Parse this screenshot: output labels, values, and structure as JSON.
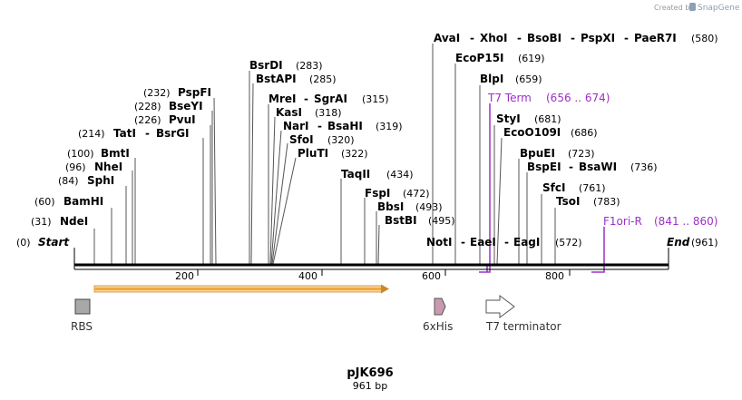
{
  "header": {
    "created_by": "Created by",
    "brand": "SnapGene"
  },
  "map": {
    "start_label": "Start",
    "start_pos": "(0)",
    "end_label": "End",
    "end_pos": "(961)",
    "title": "pJK696",
    "length_text": "961 bp",
    "total_bp": 961
  },
  "ticks": [
    "200",
    "400",
    "600",
    "800"
  ],
  "sites": [
    {
      "id": "ndei",
      "name": "NdeI",
      "pos": "(31)"
    },
    {
      "id": "bamhi",
      "name": "BamHI",
      "pos": "(60)"
    },
    {
      "id": "sphi",
      "name": "SphI",
      "pos": "(84)"
    },
    {
      "id": "nhei",
      "name": "NheI",
      "pos": "(96)"
    },
    {
      "id": "bmti",
      "name": "BmtI",
      "pos": "(100)"
    },
    {
      "id": "tati",
      "name": "TatI",
      "pos": "(214)",
      "extra": "BsrGI"
    },
    {
      "id": "pvui",
      "name": "PvuI",
      "pos": "(226)"
    },
    {
      "id": "bseyi",
      "name": "BseYI",
      "pos": "(228)"
    },
    {
      "id": "pspfi",
      "name": "PspFI",
      "pos": "(232)"
    },
    {
      "id": "bsrdi",
      "name": "BsrDI",
      "pos": "(283)"
    },
    {
      "id": "bstapi",
      "name": "BstAPI",
      "pos": "(285)"
    },
    {
      "id": "mrei",
      "name": "MreI",
      "pos": "(315)",
      "extra": "SgrAI"
    },
    {
      "id": "kasi",
      "name": "KasI",
      "pos": "(318)"
    },
    {
      "id": "nari",
      "name": "NarI",
      "pos": "(319)",
      "extra": "BsaHI"
    },
    {
      "id": "sfoi",
      "name": "SfoI",
      "pos": "(320)"
    },
    {
      "id": "pluti",
      "name": "PluTI",
      "pos": "(322)"
    },
    {
      "id": "taqii",
      "name": "TaqII",
      "pos": "(434)"
    },
    {
      "id": "fspi",
      "name": "FspI",
      "pos": "(472)"
    },
    {
      "id": "bbsi",
      "name": "BbsI",
      "pos": "(493)"
    },
    {
      "id": "bstbi",
      "name": "BstBI",
      "pos": "(495)"
    },
    {
      "id": "avai",
      "name": "AvaI",
      "pos": "(580)",
      "extra": "XhoI",
      "extra2": "BsoBI",
      "extra3": "PspXI",
      "extra4": "PaeR7I"
    },
    {
      "id": "ecop15i",
      "name": "EcoP15I",
      "pos": "(619)"
    },
    {
      "id": "blpi",
      "name": "BlpI",
      "pos": "(659)"
    },
    {
      "id": "styi",
      "name": "StyI",
      "pos": "(681)"
    },
    {
      "id": "ecoo109i",
      "name": "EcoO109I",
      "pos": "(686)"
    },
    {
      "id": "bpuei",
      "name": "BpuEI",
      "pos": "(723)"
    },
    {
      "id": "bspei",
      "name": "BspEI",
      "pos": "(736)",
      "extra": "BsaWI"
    },
    {
      "id": "sfci",
      "name": "SfcI",
      "pos": "(761)"
    },
    {
      "id": "tsoi",
      "name": "TsoI",
      "pos": "(783)"
    },
    {
      "id": "noti",
      "name": "NotI",
      "pos": "(572)",
      "extra": "EaeI",
      "extra2": "EagI"
    }
  ],
  "primers": [
    {
      "id": "t7term",
      "name": "T7 Term",
      "range": "(656 .. 674)"
    },
    {
      "id": "f1ori",
      "name": "F1ori-R",
      "range": "(841 .. 860)"
    }
  ],
  "features": [
    {
      "id": "rbs",
      "name": "RBS",
      "icon": "box-icon",
      "color": "#a8a8a8"
    },
    {
      "id": "his",
      "name": "6xHis",
      "icon": "pentagon-arrow-icon",
      "color": "#c89ab0"
    },
    {
      "id": "t7",
      "name": "T7 terminator",
      "icon": "outline-arrow-icon",
      "color": "#ffffff"
    }
  ],
  "colors": {
    "orf": "#f2a93b",
    "primer": "#9b30c8"
  }
}
